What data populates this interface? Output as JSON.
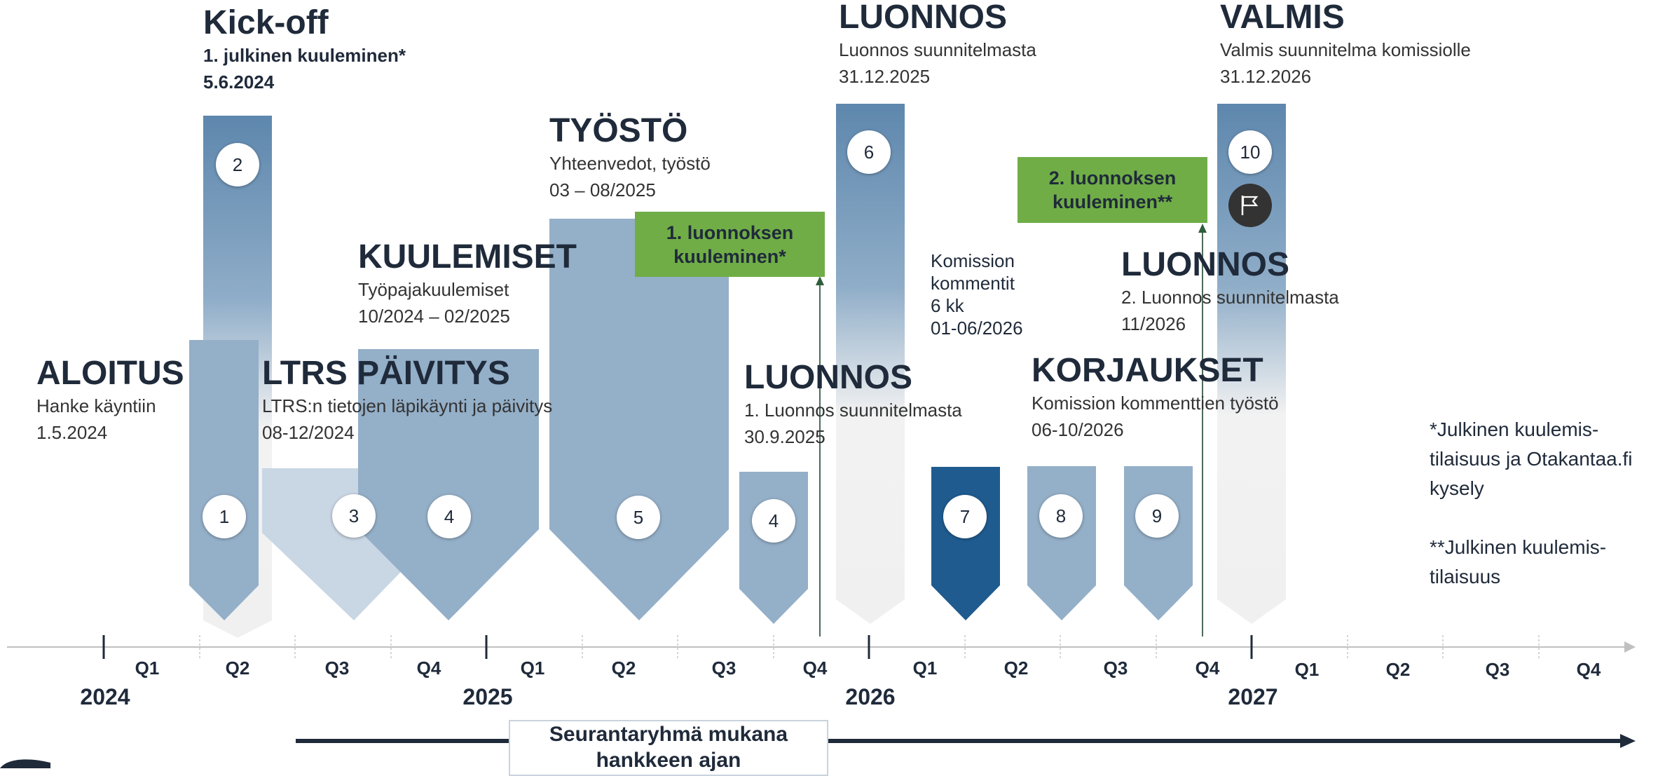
{
  "milestones": {
    "aloitus": {
      "title": "ALOITUS",
      "line1": "Hanke käyntiin",
      "line2": "1.5.2024"
    },
    "kickoff": {
      "title": "Kick-off",
      "line1": "1. julkinen kuuleminen*",
      "line2": "5.6.2024"
    },
    "ltrs": {
      "title": "LTRS PÄIVITYS",
      "line1": "LTRS:n tietojen läpikäynti ja päivitys",
      "line2": "08-12/2024"
    },
    "kuulemiset": {
      "title": "KUULEMISET",
      "line1": "Työpajakuulemiset",
      "line2": "10/2024 – 02/2025"
    },
    "tyosto": {
      "title": "TYÖSTÖ",
      "line1": "Yhteenvedot, työstö",
      "line2": "03 – 08/2025"
    },
    "luonnos1": {
      "title": "LUONNOS",
      "line1": "1. Luonnos suunnitelmasta",
      "line2": "30.9.2025"
    },
    "luonnos_top": {
      "title": "LUONNOS",
      "line1": "Luonnos suunnitelmasta",
      "line2": "31.12.2025"
    },
    "komissio": {
      "line1": "Komission",
      "line2": "kommentit",
      "line3": "6 kk",
      "line4": "01-06/2026"
    },
    "korjaukset": {
      "title": "KORJAUKSET",
      "line1": "Komission kommenttien työstö",
      "line2": "06-10/2026"
    },
    "luonnos2": {
      "title": "LUONNOS",
      "line1": "2. Luonnos suunnitelmasta",
      "line2": "11/2026"
    },
    "valmis": {
      "title": "VALMIS",
      "line1": "Valmis suunnitelma komissiolle",
      "line2": "31.12.2026"
    }
  },
  "consultations": {
    "first": {
      "line1": "1. luonnoksen",
      "line2": "kuuleminen*"
    },
    "second": {
      "line1": "2. luonnoksen",
      "line2": "kuuleminen**"
    }
  },
  "steps": [
    "1",
    "2",
    "3",
    "4",
    "4",
    "5",
    "6",
    "7",
    "8",
    "9",
    "10"
  ],
  "flag_icon": "flag-icon",
  "timeline": {
    "quarters": [
      "Q1",
      "Q2",
      "Q3",
      "Q4",
      "Q1",
      "Q2",
      "Q3",
      "Q4",
      "Q1",
      "Q2",
      "Q3",
      "Q4",
      "Q1",
      "Q2",
      "Q3",
      "Q4"
    ],
    "years": [
      "2024",
      "2025",
      "2026",
      "2027"
    ]
  },
  "notes": {
    "note1": [
      "*Julkinen kuulemis-",
      "tilaisuus ja Otakantaa.fi",
      "kysely"
    ],
    "note2": [
      "**Julkinen kuulemis-",
      "tilaisuus"
    ]
  },
  "banner": {
    "line1": "Seurantaryhmä mukana",
    "line2": "hankkeen ajan"
  },
  "colors": {
    "dark_blue": "#1f5b8e",
    "mid_blue": "#94afc8",
    "light_blue": "#c9d6e3",
    "green": "#70ad47",
    "grey": "#f0f0f0",
    "text": "#1f2a3a"
  }
}
